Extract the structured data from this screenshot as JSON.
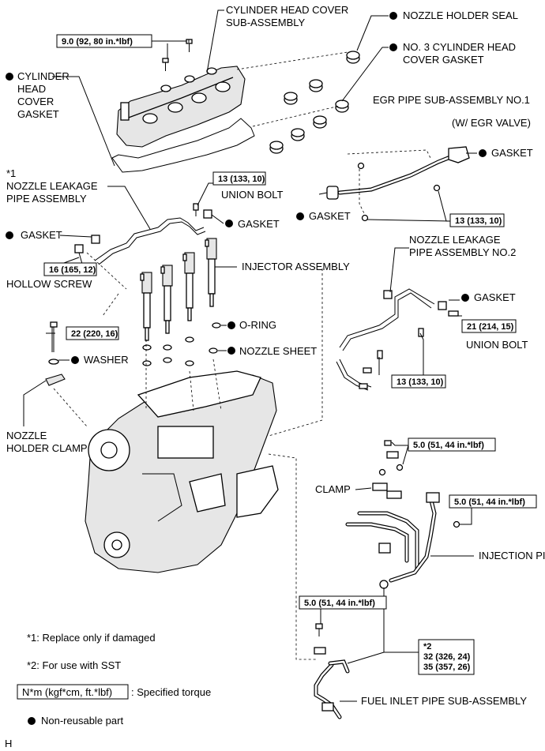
{
  "labels": {
    "cylinder_head_cover": [
      "CYLINDER HEAD COVER",
      "SUB-ASSEMBLY"
    ],
    "nozzle_holder_seal": "NOZZLE HOLDER SEAL",
    "no3_gasket": [
      "NO. 3 CYLINDER HEAD",
      "COVER GASKET"
    ],
    "cyl_head_cover_gasket": [
      "CYLINDER",
      "HEAD",
      "COVER",
      "GASKET"
    ],
    "egr_pipe": "EGR PIPE SUB-ASSEMBLY NO.1",
    "egr_valve": "(W/ EGR VALVE)",
    "gasket": "GASKET",
    "nozzle_leakage_pipe": [
      "*1",
      "NOZZLE LEAKAGE",
      "PIPE ASSEMBLY"
    ],
    "union_bolt": "UNION BOLT",
    "hollow_screw": "HOLLOW SCREW",
    "injector_assembly": "INJECTOR ASSEMBLY",
    "nozzle_leakage_pipe_no2": [
      "NOZZLE LEAKAGE",
      "PIPE ASSEMBLY NO.2"
    ],
    "o_ring": "O-RING",
    "nozzle_sheet": "NOZZLE SHEET",
    "washer": "WASHER",
    "nozzle_holder_clamp": [
      "NOZZLE",
      "HOLDER CLAMP"
    ],
    "clamp": "CLAMP",
    "injection_pipe": "INJECTION PIPE",
    "fuel_inlet_pipe": "FUEL INLET PIPE SUB-ASSEMBLY",
    "corner_mark": "H"
  },
  "torques": {
    "t_9": "9.0 (92, 80 in.*lbf)",
    "t_13_union": "13 (133, 10)",
    "t_13_egr": "13 (133, 10)",
    "t_16": "16 (165, 12)",
    "t_22": "22 (220, 16)",
    "t_21": "21 (214, 15)",
    "t_13_leak": "13 (133, 10)",
    "t_5_top": "5.0 (51, 44 in.*lbf)",
    "t_5_right": "5.0 (51, 44 in.*lbf)",
    "t_5_left": "5.0 (51, 44 in.*lbf)",
    "t_multi": [
      "*2",
      "32 (326, 24)",
      "35 (357, 26)"
    ]
  },
  "legend": {
    "note1": "*1: Replace only if damaged",
    "note2": "*2: For use with SST",
    "torque_unit": "N*m (kgf*cm, ft.*lbf)",
    "torque_desc": ": Specified torque",
    "nonreusable": "Non-reusable part"
  }
}
